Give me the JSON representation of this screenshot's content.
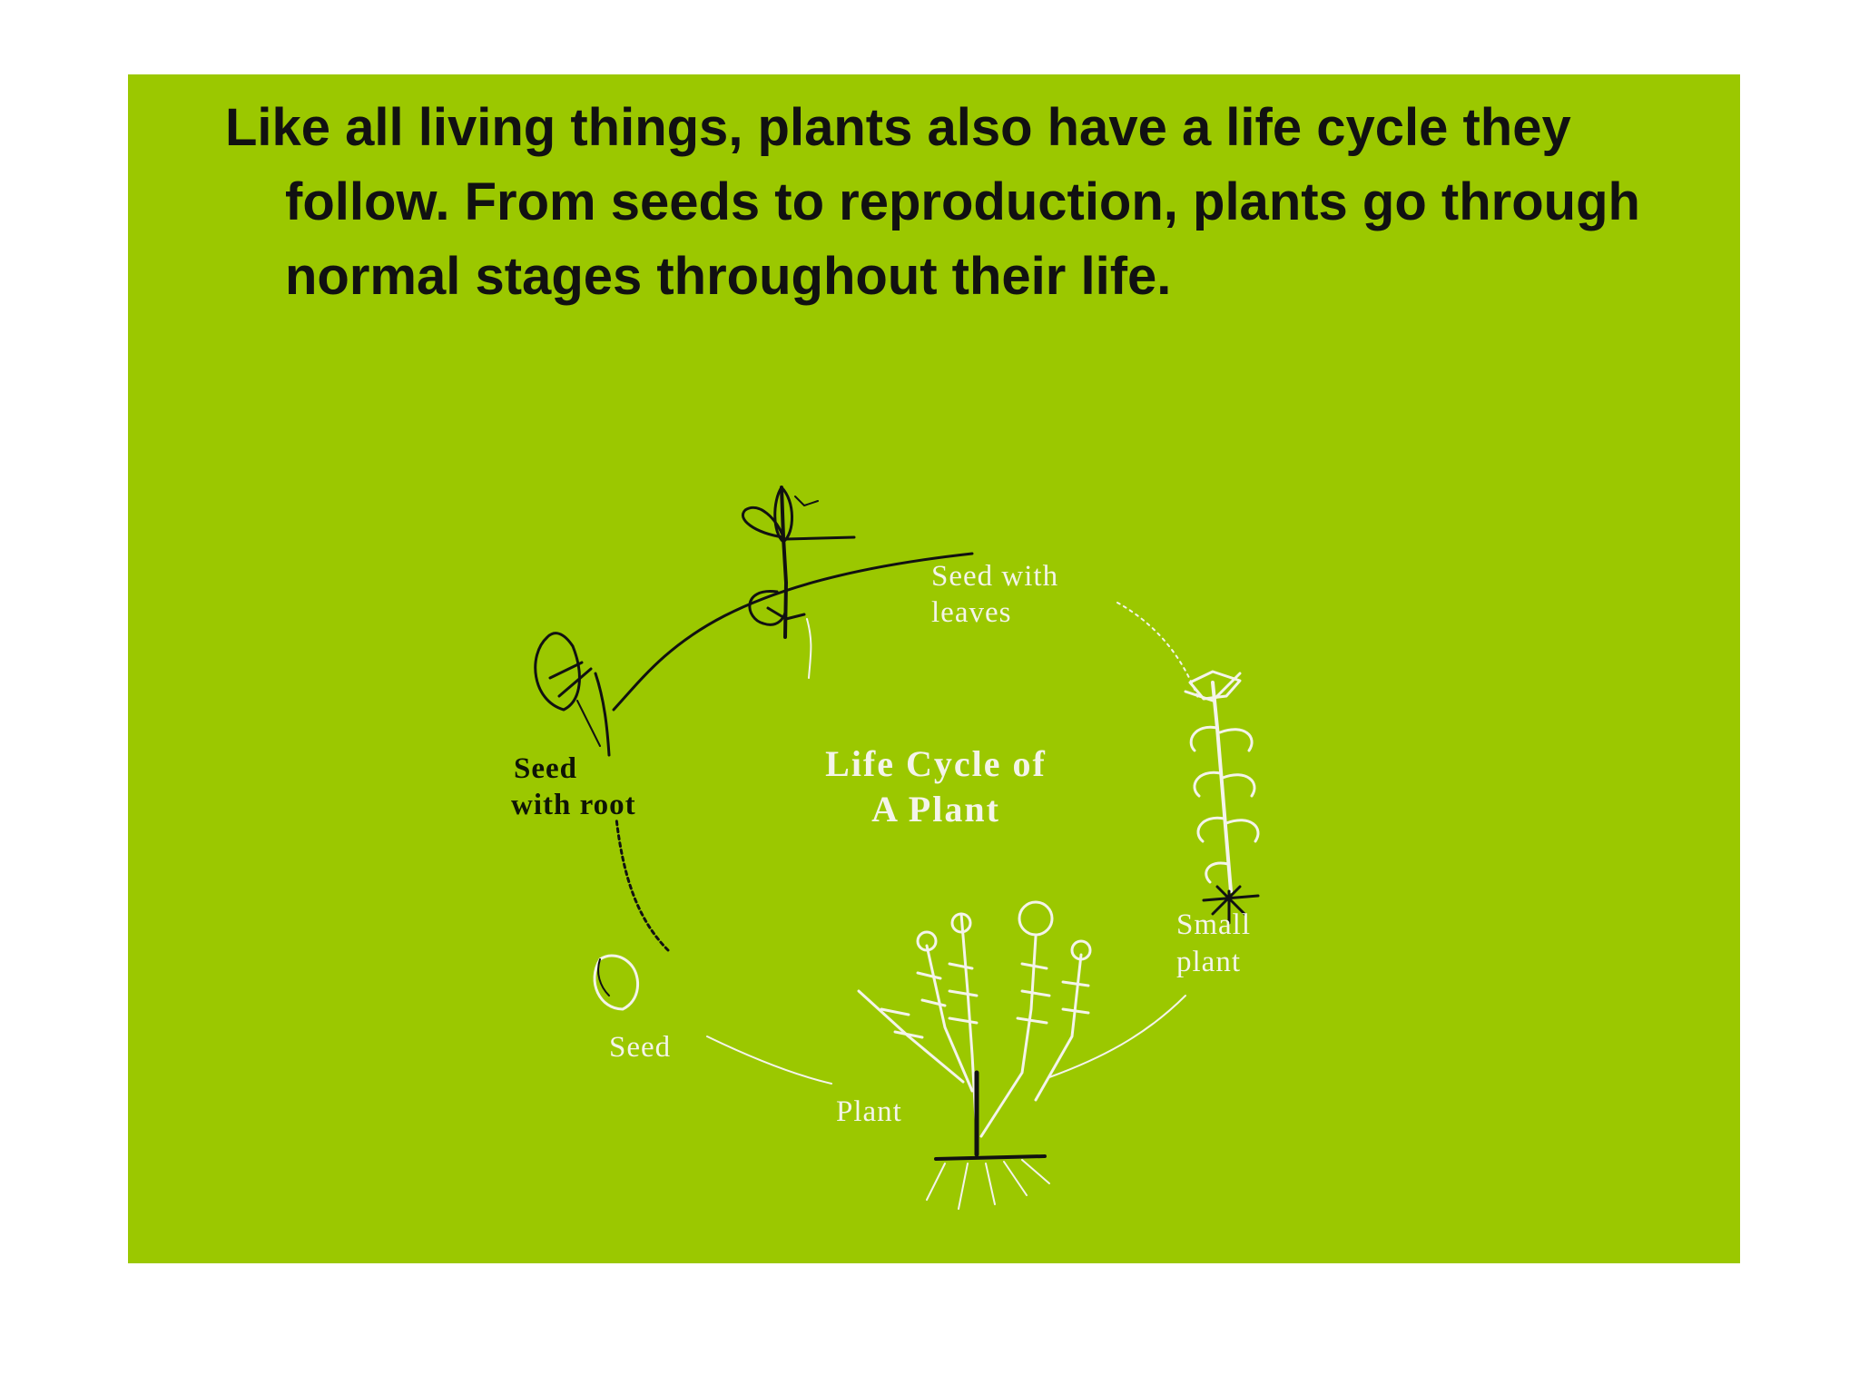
{
  "slide": {
    "background": "#9bc800",
    "intro_text": "Like all living things, plants also have a life cycle they follow.  From seeds to reproduction, plants go through normal stages throughout their life."
  },
  "diagram": {
    "title_line1": "Life Cycle of",
    "title_line2": "A Plant",
    "stages": {
      "seed_with_leaves": {
        "line1": "Seed with",
        "line2": "leaves"
      },
      "small_plant": {
        "line1": "Small",
        "line2": "plant"
      },
      "plant": {
        "line1": "Plant"
      },
      "seed": {
        "line1": "Seed"
      },
      "seed_with_root": {
        "line1": "Seed",
        "line2": "with root"
      }
    }
  }
}
